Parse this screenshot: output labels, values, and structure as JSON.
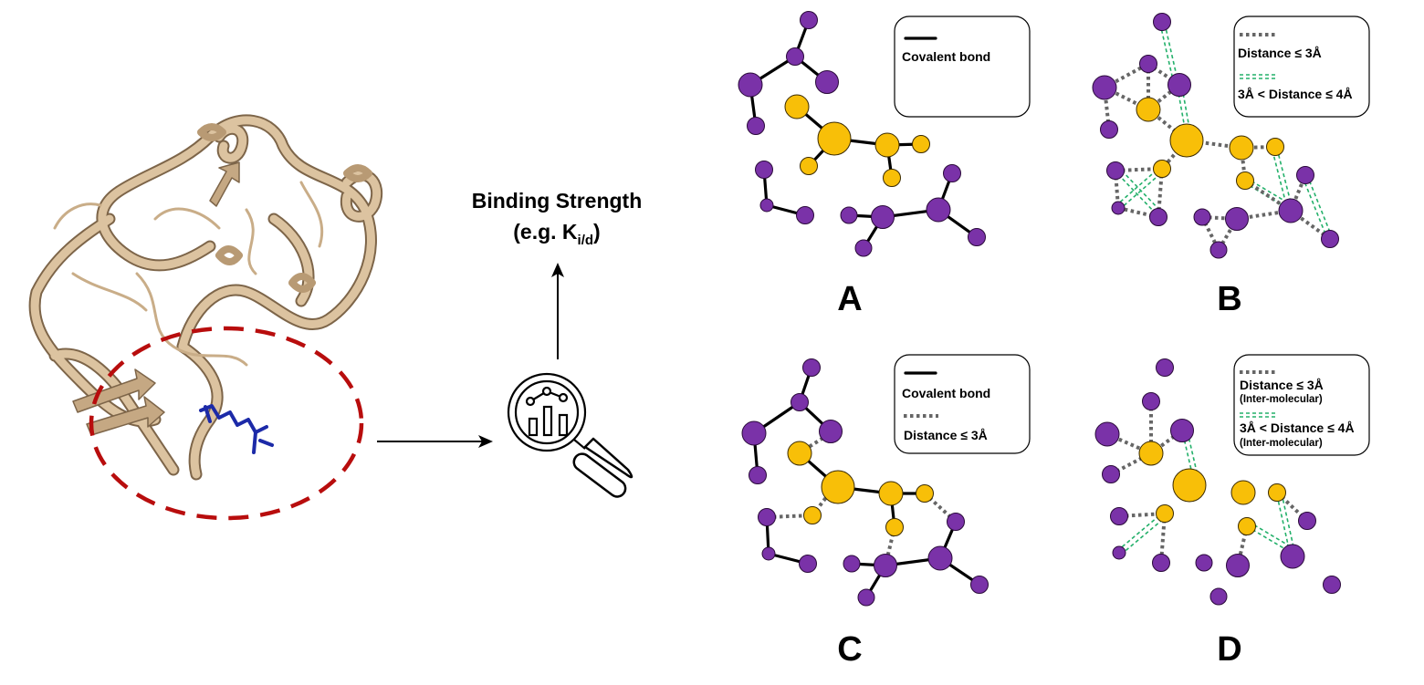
{
  "center": {
    "title_line1": "Binding Strength",
    "title_line2_prefix": "(e.g. K",
    "title_line2_sub": "i/d",
    "title_line2_suffix": ")",
    "icon": "magnifier-chart-icon"
  },
  "protein": {
    "icon": "protein-ribbon-icon",
    "ligand_icon": "ligand-stick-icon"
  },
  "panels": [
    {
      "id": "A",
      "letter": "A",
      "legend": [
        "Covalent bond"
      ]
    },
    {
      "id": "B",
      "letter": "B",
      "legend": [
        "Distance ≤ 3Å",
        "3Å < Distance ≤ 4Å"
      ]
    },
    {
      "id": "C",
      "letter": "C",
      "legend": [
        "Covalent bond",
        "Distance ≤ 3Å"
      ]
    },
    {
      "id": "D",
      "letter": "D",
      "legend": [
        "Distance ≤ 3Å",
        "(Inter-molecular)",
        "3Å < Distance ≤ 4Å",
        "(Inter-molecular)"
      ]
    }
  ],
  "colors": {
    "protein_atom": "#7a32a8",
    "ligand_atom": "#f8bf08",
    "covalent": "#000000",
    "short_contact": "#666666",
    "long_contact": "#23b06a",
    "pocket_outline": "#b80d0d",
    "ribbon": "#dcc3a0",
    "ligand_stick": "#1c2aa8"
  }
}
